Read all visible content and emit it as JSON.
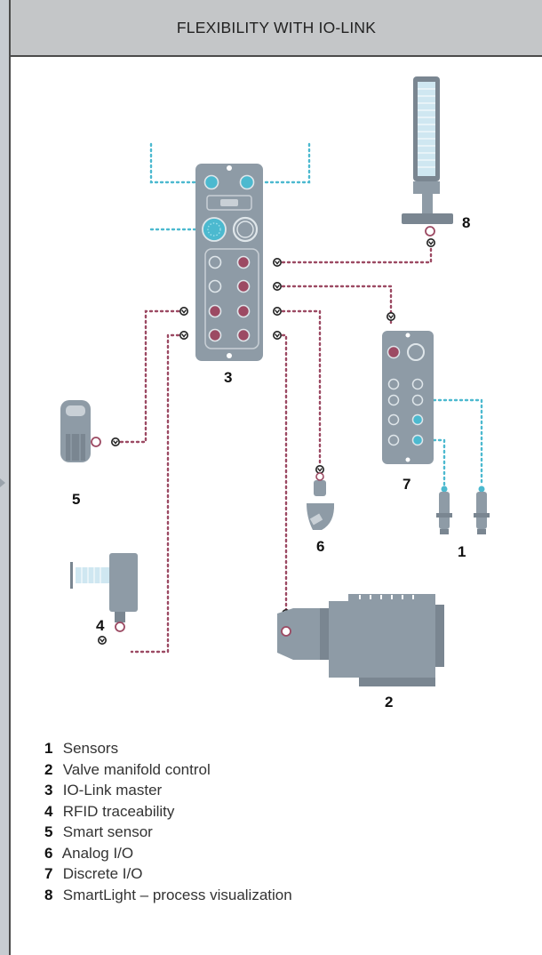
{
  "title": "FLEXIBILITY WITH IO-LINK",
  "diagram": {
    "colors": {
      "device": "#8e9ba6",
      "device_dark": "#7a8691",
      "port_light": "#a9b4bd",
      "io_link": "#9c4a63",
      "standard": "#4cb9cf",
      "background": "#ffffff"
    },
    "labels": [
      "1",
      "2",
      "3",
      "4",
      "5",
      "6",
      "7",
      "8"
    ]
  },
  "legend": [
    {
      "num": "1",
      "text": "Sensors"
    },
    {
      "num": "2",
      "text": "Valve manifold control"
    },
    {
      "num": "3",
      "text": "IO-Link master"
    },
    {
      "num": "4",
      "text": "RFID traceability"
    },
    {
      "num": "5",
      "text": "Smart sensor"
    },
    {
      "num": "6",
      "text": "Analog I/O"
    },
    {
      "num": "7",
      "text": "Discrete I/O"
    },
    {
      "num": "8",
      "text": "SmartLight – process visualization"
    }
  ]
}
